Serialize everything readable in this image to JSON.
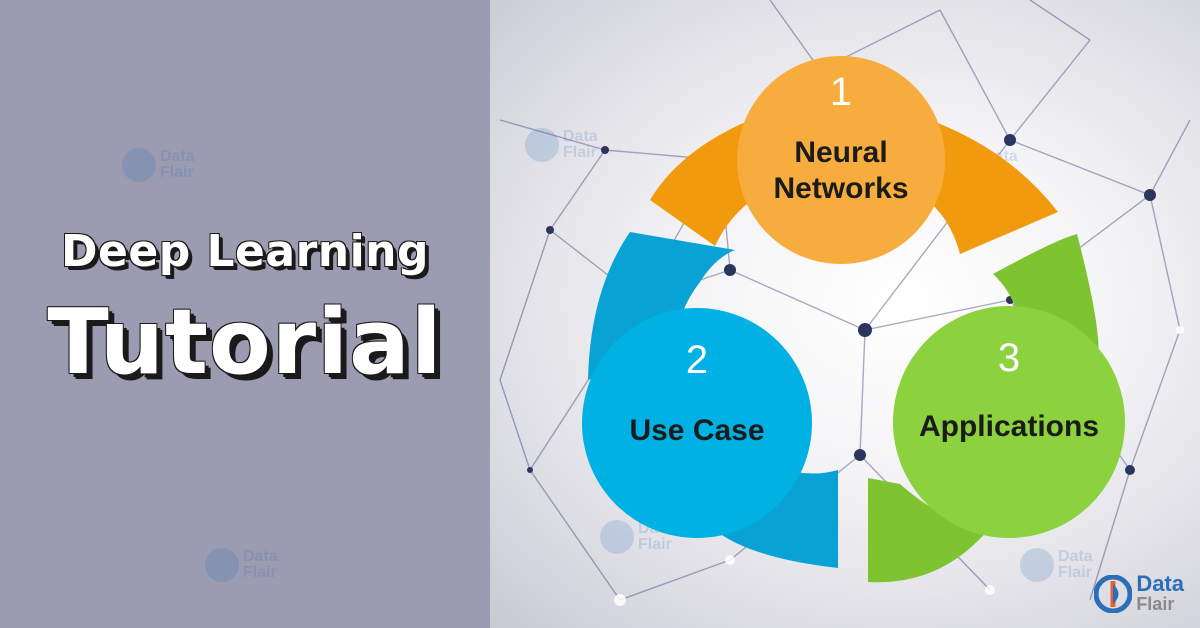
{
  "title": {
    "line1": "Deep Learning",
    "line2": "Tutorial"
  },
  "steps": [
    {
      "number": "1",
      "label": "Neural Networks",
      "color": "#f7ad3e"
    },
    {
      "number": "2",
      "label": "Use Case",
      "color": "#00b2e3"
    },
    {
      "number": "3",
      "label": "Applications",
      "color": "#8cd13e"
    }
  ],
  "logo": {
    "line1": "Data",
    "line2": "Flair",
    "brand_color": "#2a6fb7"
  },
  "watermark": {
    "line1": "Data",
    "line2": "Flair"
  },
  "colors": {
    "left_panel": "#9b9bb1",
    "arrow_orange": "#f29a0e",
    "arrow_blue": "#08a3d4",
    "arrow_green": "#7ec431"
  }
}
